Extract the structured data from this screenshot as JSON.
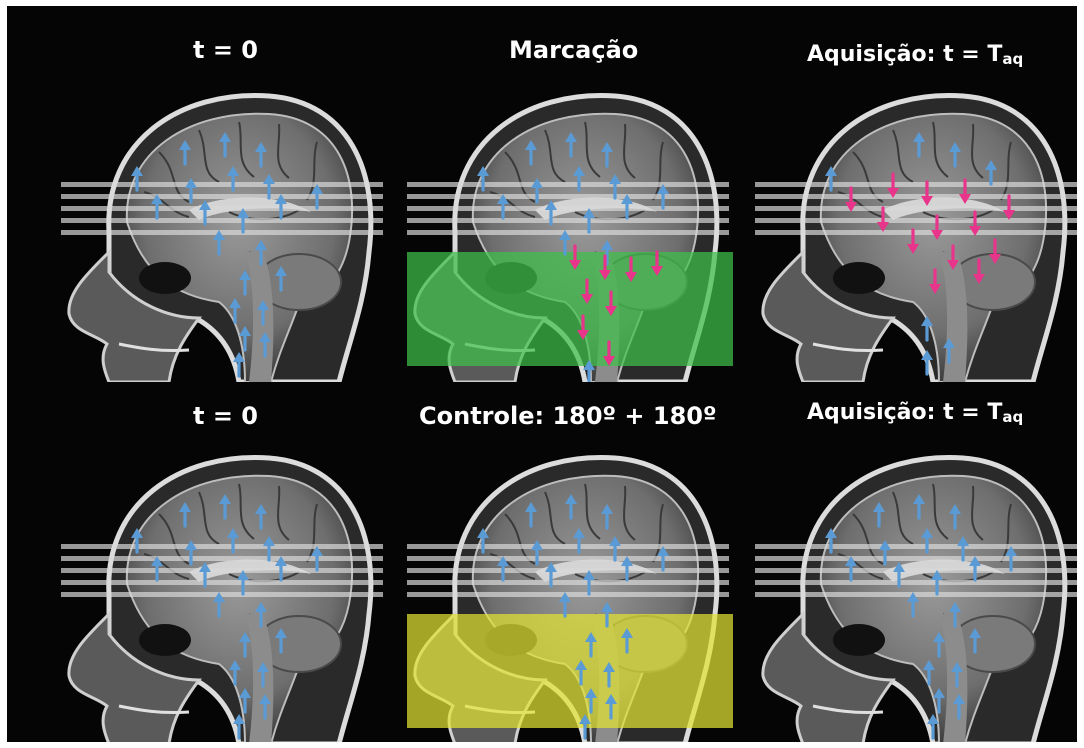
{
  "colors": {
    "background": "#050505",
    "arrow_up": "#5b9bd5",
    "arrow_down": "#e8348a",
    "labeling_slab": "#3fbf4a",
    "control_slab": "#e2e235",
    "imaging_slices": "#d8d8d8",
    "label_text": "#ffffff"
  },
  "rows": [
    {
      "panels": [
        {
          "label": "t = 0",
          "label_sub": "",
          "slab": "none",
          "arrows": "up-all"
        },
        {
          "label": "Marcação",
          "label_sub": "",
          "slab": "labeling",
          "arrows": "inverted-in-slab"
        },
        {
          "label": "Aquisição: t = T",
          "label_sub": "aq",
          "slab": "none",
          "arrows": "inverted-in-slices"
        }
      ]
    },
    {
      "panels": [
        {
          "label": "t = 0",
          "label_sub": "",
          "slab": "none",
          "arrows": "up-all"
        },
        {
          "label": "Controle: 180º + 180º",
          "label_sub": "",
          "slab": "control",
          "arrows": "up-all"
        },
        {
          "label": "Aquisição: t = T",
          "label_sub": "aq",
          "slab": "none",
          "arrows": "up-all"
        }
      ]
    }
  ]
}
